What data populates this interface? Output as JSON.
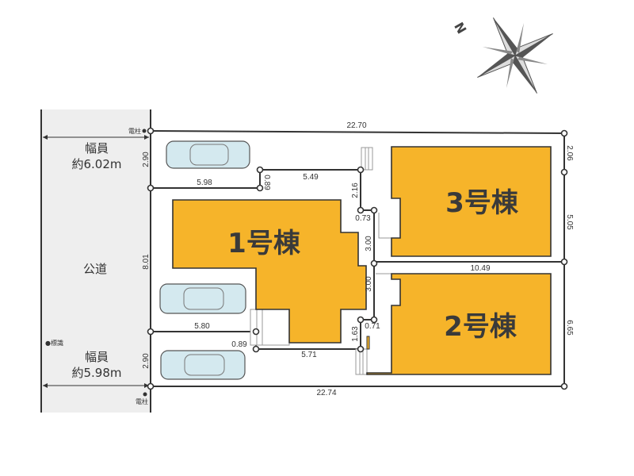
{
  "road": {
    "label": "公道",
    "width_top_label": "幅員",
    "width_top_value": "約6.02m",
    "width_bottom_label": "幅員",
    "width_bottom_value": "約5.98m",
    "pole_top": "電柱",
    "pole_bottom": "電柱",
    "sign": "●標識"
  },
  "buildings": [
    {
      "name": "1号棟"
    },
    {
      "name": "2号棟"
    },
    {
      "name": "3号棟"
    }
  ],
  "dimensions": {
    "top": "22.70",
    "bottom": "22.74",
    "left_top": "2.90",
    "left_mid": "8.01",
    "left_bottom": "2.90",
    "d598": "5.98",
    "d089a": "0.89",
    "d549": "5.49",
    "d216": "2.16",
    "d073": "0.73",
    "d300a": "3.00",
    "d300b": "3.00",
    "d1049": "10.49",
    "d580": "5.80",
    "d089b": "0.89",
    "d571": "5.71",
    "d163": "1.63",
    "d071": "0.71",
    "r206": "2.06",
    "r505": "5.05",
    "r665": "6.65"
  },
  "compass": {
    "north": "N"
  },
  "colors": {
    "building": "#f6b42a",
    "road": "#eeeeee",
    "car": "#d4e9ef"
  }
}
